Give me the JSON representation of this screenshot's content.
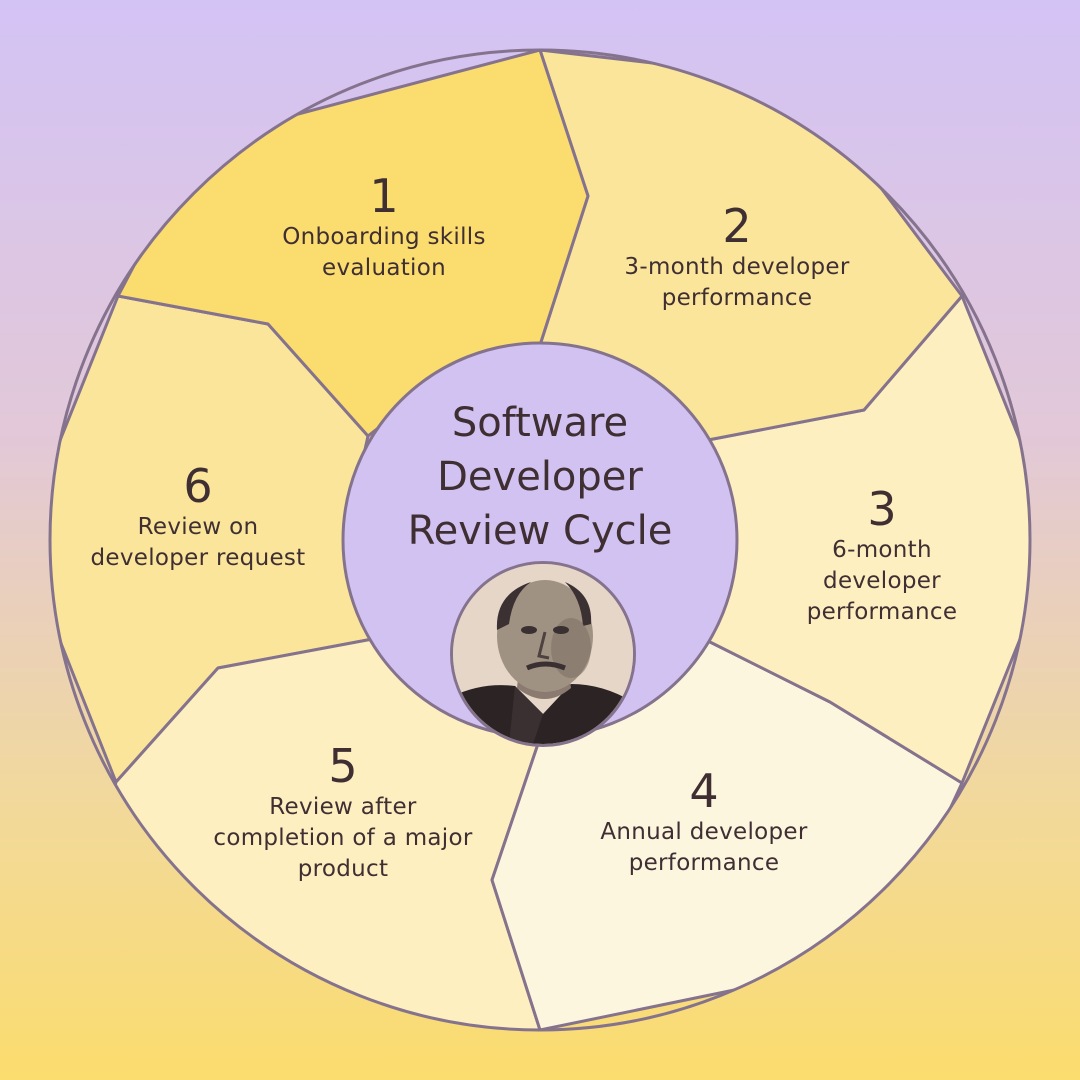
{
  "title": "Software Developer Review Cycle",
  "title_lines": [
    "Software",
    "Developer",
    "Review Cycle"
  ],
  "segments": [
    {
      "number": "1",
      "lines": [
        "Onboarding skills",
        "evaluation"
      ],
      "color": "#fbdc6e"
    },
    {
      "number": "2",
      "lines": [
        "3-month developer",
        "performance"
      ],
      "color": "#fae59b"
    },
    {
      "number": "3",
      "lines": [
        "6-month developer",
        "performance"
      ],
      "color": "#fdefc0"
    },
    {
      "number": "4",
      "lines": [
        "Annual developer",
        "performance"
      ],
      "color": "#fdf6de"
    },
    {
      "number": "5",
      "lines": [
        "Review after",
        "completion of a major",
        "product"
      ],
      "color": "#fdefc0"
    },
    {
      "number": "6",
      "lines": [
        "Review on",
        "developer request"
      ],
      "color": "#fae59b"
    }
  ],
  "colors": {
    "center_fill": "#d2c2f2",
    "outline": "#85738e",
    "text": "#3f2f33"
  },
  "avatar": {
    "icon": "person-portrait-icon"
  }
}
